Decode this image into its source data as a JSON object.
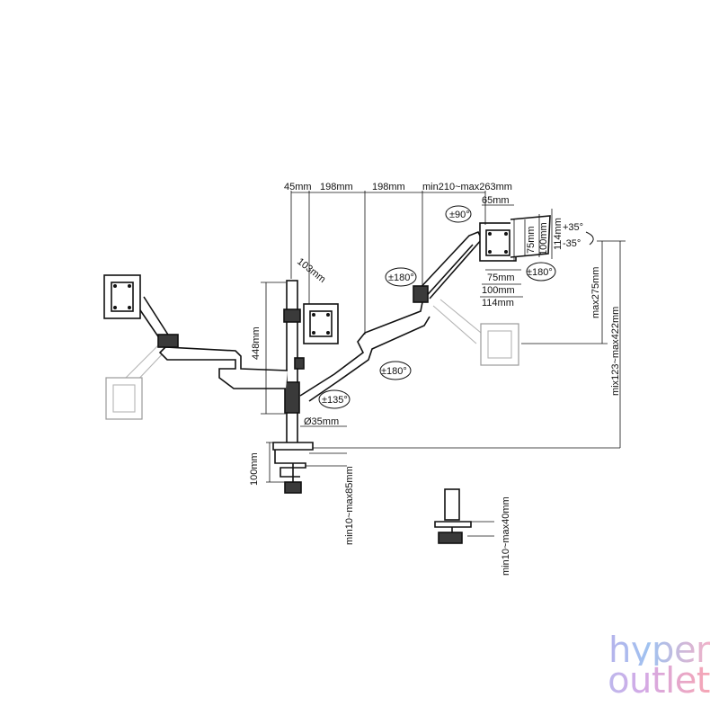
{
  "dimensions": {
    "d45": "45mm",
    "d198a": "198mm",
    "d198b": "198mm",
    "dminmax263": "min210~max263mm",
    "d65": "65mm",
    "d103": "103mm",
    "d448": "448mm",
    "d100": "100mm",
    "dia35": "Ø35mm",
    "clamp85": "min10~max85mm",
    "grommet40": "min10~max40mm",
    "max275": "max275mm",
    "mix422": "mix123~max422mm",
    "vesa75": "75mm",
    "vesa100": "100mm",
    "vesa114": "114mm",
    "vesaH75": "75mm",
    "vesaH100": "100mm",
    "vesaH114": "114mm"
  },
  "rotations": {
    "r90": "±90°",
    "r180a": "±180°",
    "r180b": "±180°",
    "r180c": "±180°",
    "r135": "±135°",
    "tiltUp": "+35°",
    "tiltDown": "-35°"
  },
  "brand": {
    "line1": "hyper",
    "line2": "outlet"
  }
}
